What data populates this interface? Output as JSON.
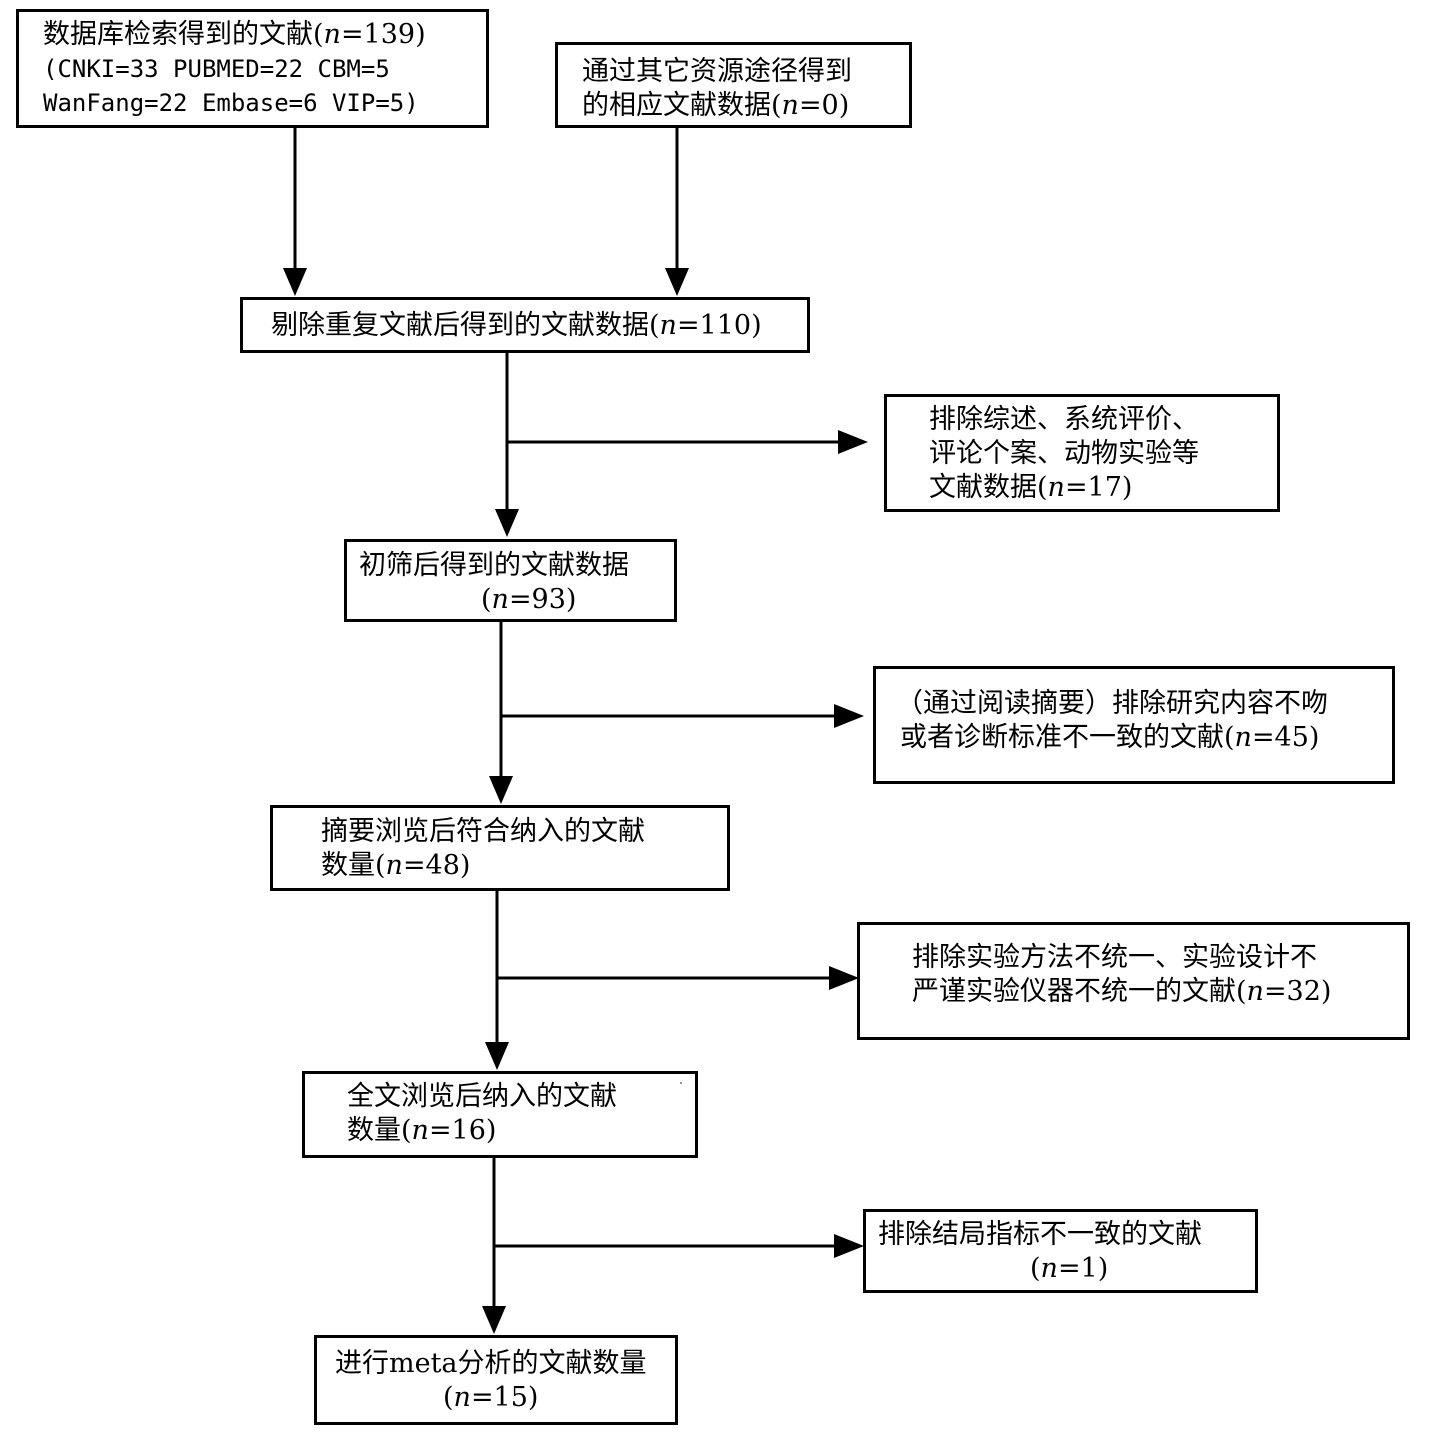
{
  "boxes": {
    "db_search": {
      "lines": [
        "数据库检索得到的文献(",
        "n",
        "=139)"
      ],
      "line1_pre": "数据库检索得到的文献(",
      "line1_n": "n",
      "line1_post": "=139)",
      "line2": "(CNKI=33 PUBMED=22 CBM=5",
      "line3": "WanFang=22 Embase=6 VIP=5)"
    },
    "other_sources": {
      "line1": "通过其它资源途径得到",
      "line2_pre": "的相应文献数据(",
      "line2_n": "n",
      "line2_post": "=0)"
    },
    "dedup": {
      "line1_pre": "剔除重复文献后得到的文献数据(",
      "line1_n": "n",
      "line1_post": "=110)"
    },
    "excl_review": {
      "line1": "排除综述、系统评价、",
      "line2": "评论个案、动物实验等",
      "line3_pre": "文献数据(",
      "line3_n": "n",
      "line3_post": "=17)"
    },
    "screened": {
      "line1": "初筛后得到的文献数据",
      "line2_pre": "(",
      "line2_n": "n",
      "line2_post": "=93)"
    },
    "excl_abstract": {
      "line1": "（通过阅读摘要）排除研究内容不吻",
      "line2_pre": "或者诊断标准不一致的文献(",
      "line2_n": "n",
      "line2_post": "=45)"
    },
    "abstract_included": {
      "line1": "摘要浏览后符合纳入的文献",
      "line2_pre": "数量(",
      "line2_n": "n",
      "line2_post": "=48)"
    },
    "excl_method": {
      "line1": "排除实验方法不统一、实验设计不",
      "line2_pre": "严谨实验仪器不统一的文献(",
      "line2_n": "n",
      "line2_post": "=32)"
    },
    "fulltext_included": {
      "line1": "全文浏览后纳入的文献",
      "line2_pre": "数量(",
      "line2_n": "n",
      "line2_post": "=16)"
    },
    "excl_outcome": {
      "line1": "排除结局指标不一致的文献",
      "line2_pre": "(",
      "line2_n": "n",
      "line2_post": "=1)"
    },
    "meta": {
      "line1": "进行meta分析的文献数量",
      "line2_pre": "(",
      "line2_n": "n",
      "line2_post": "=15)"
    }
  }
}
